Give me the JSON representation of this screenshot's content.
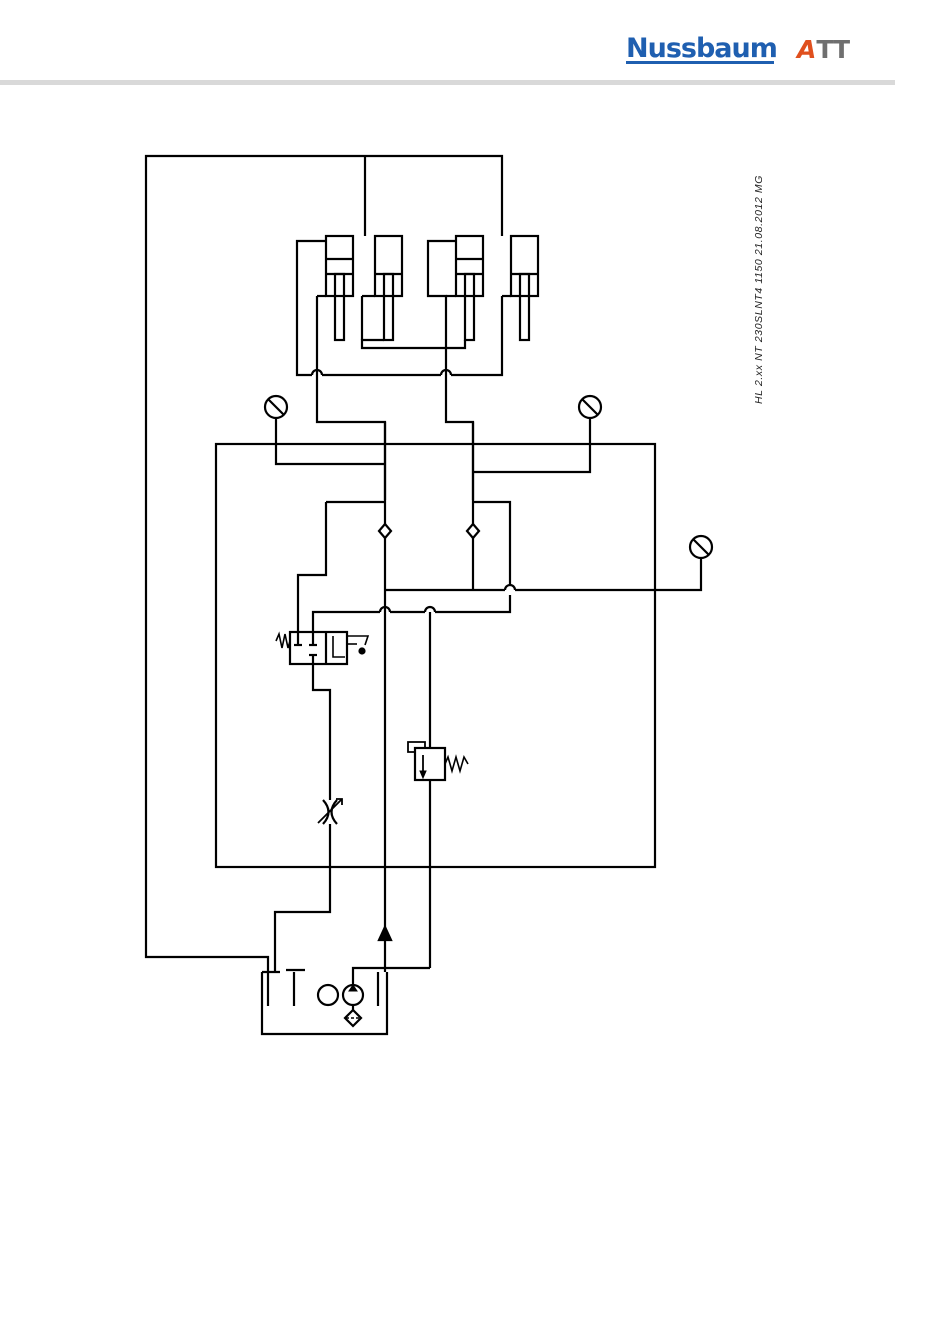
{
  "header": {
    "brand_primary": "Nussbaum",
    "brand_secondary_mark": "A",
    "brand_secondary_rest": "TT",
    "brand_primary_color": "#1f5fb0",
    "brand_secondary_accent_color": "#e0501e",
    "brand_secondary_color": "#6f6f6f",
    "rule_color": "#d9d9d9"
  },
  "diagram": {
    "drawing_number": "HL 2.xx NT 230SLNT4 1150 21.08.2012 MG",
    "line_color": "#000000",
    "components": [
      "hydraulic-cylinder",
      "hydraulic-cylinder",
      "hydraulic-cylinder",
      "hydraulic-cylinder",
      "pressure-gauge",
      "pressure-gauge",
      "pressure-gauge",
      "check-valve",
      "check-valve",
      "directional-valve",
      "throttle-valve",
      "pressure-relief-valve",
      "pump",
      "motor",
      "filter",
      "tank"
    ]
  }
}
